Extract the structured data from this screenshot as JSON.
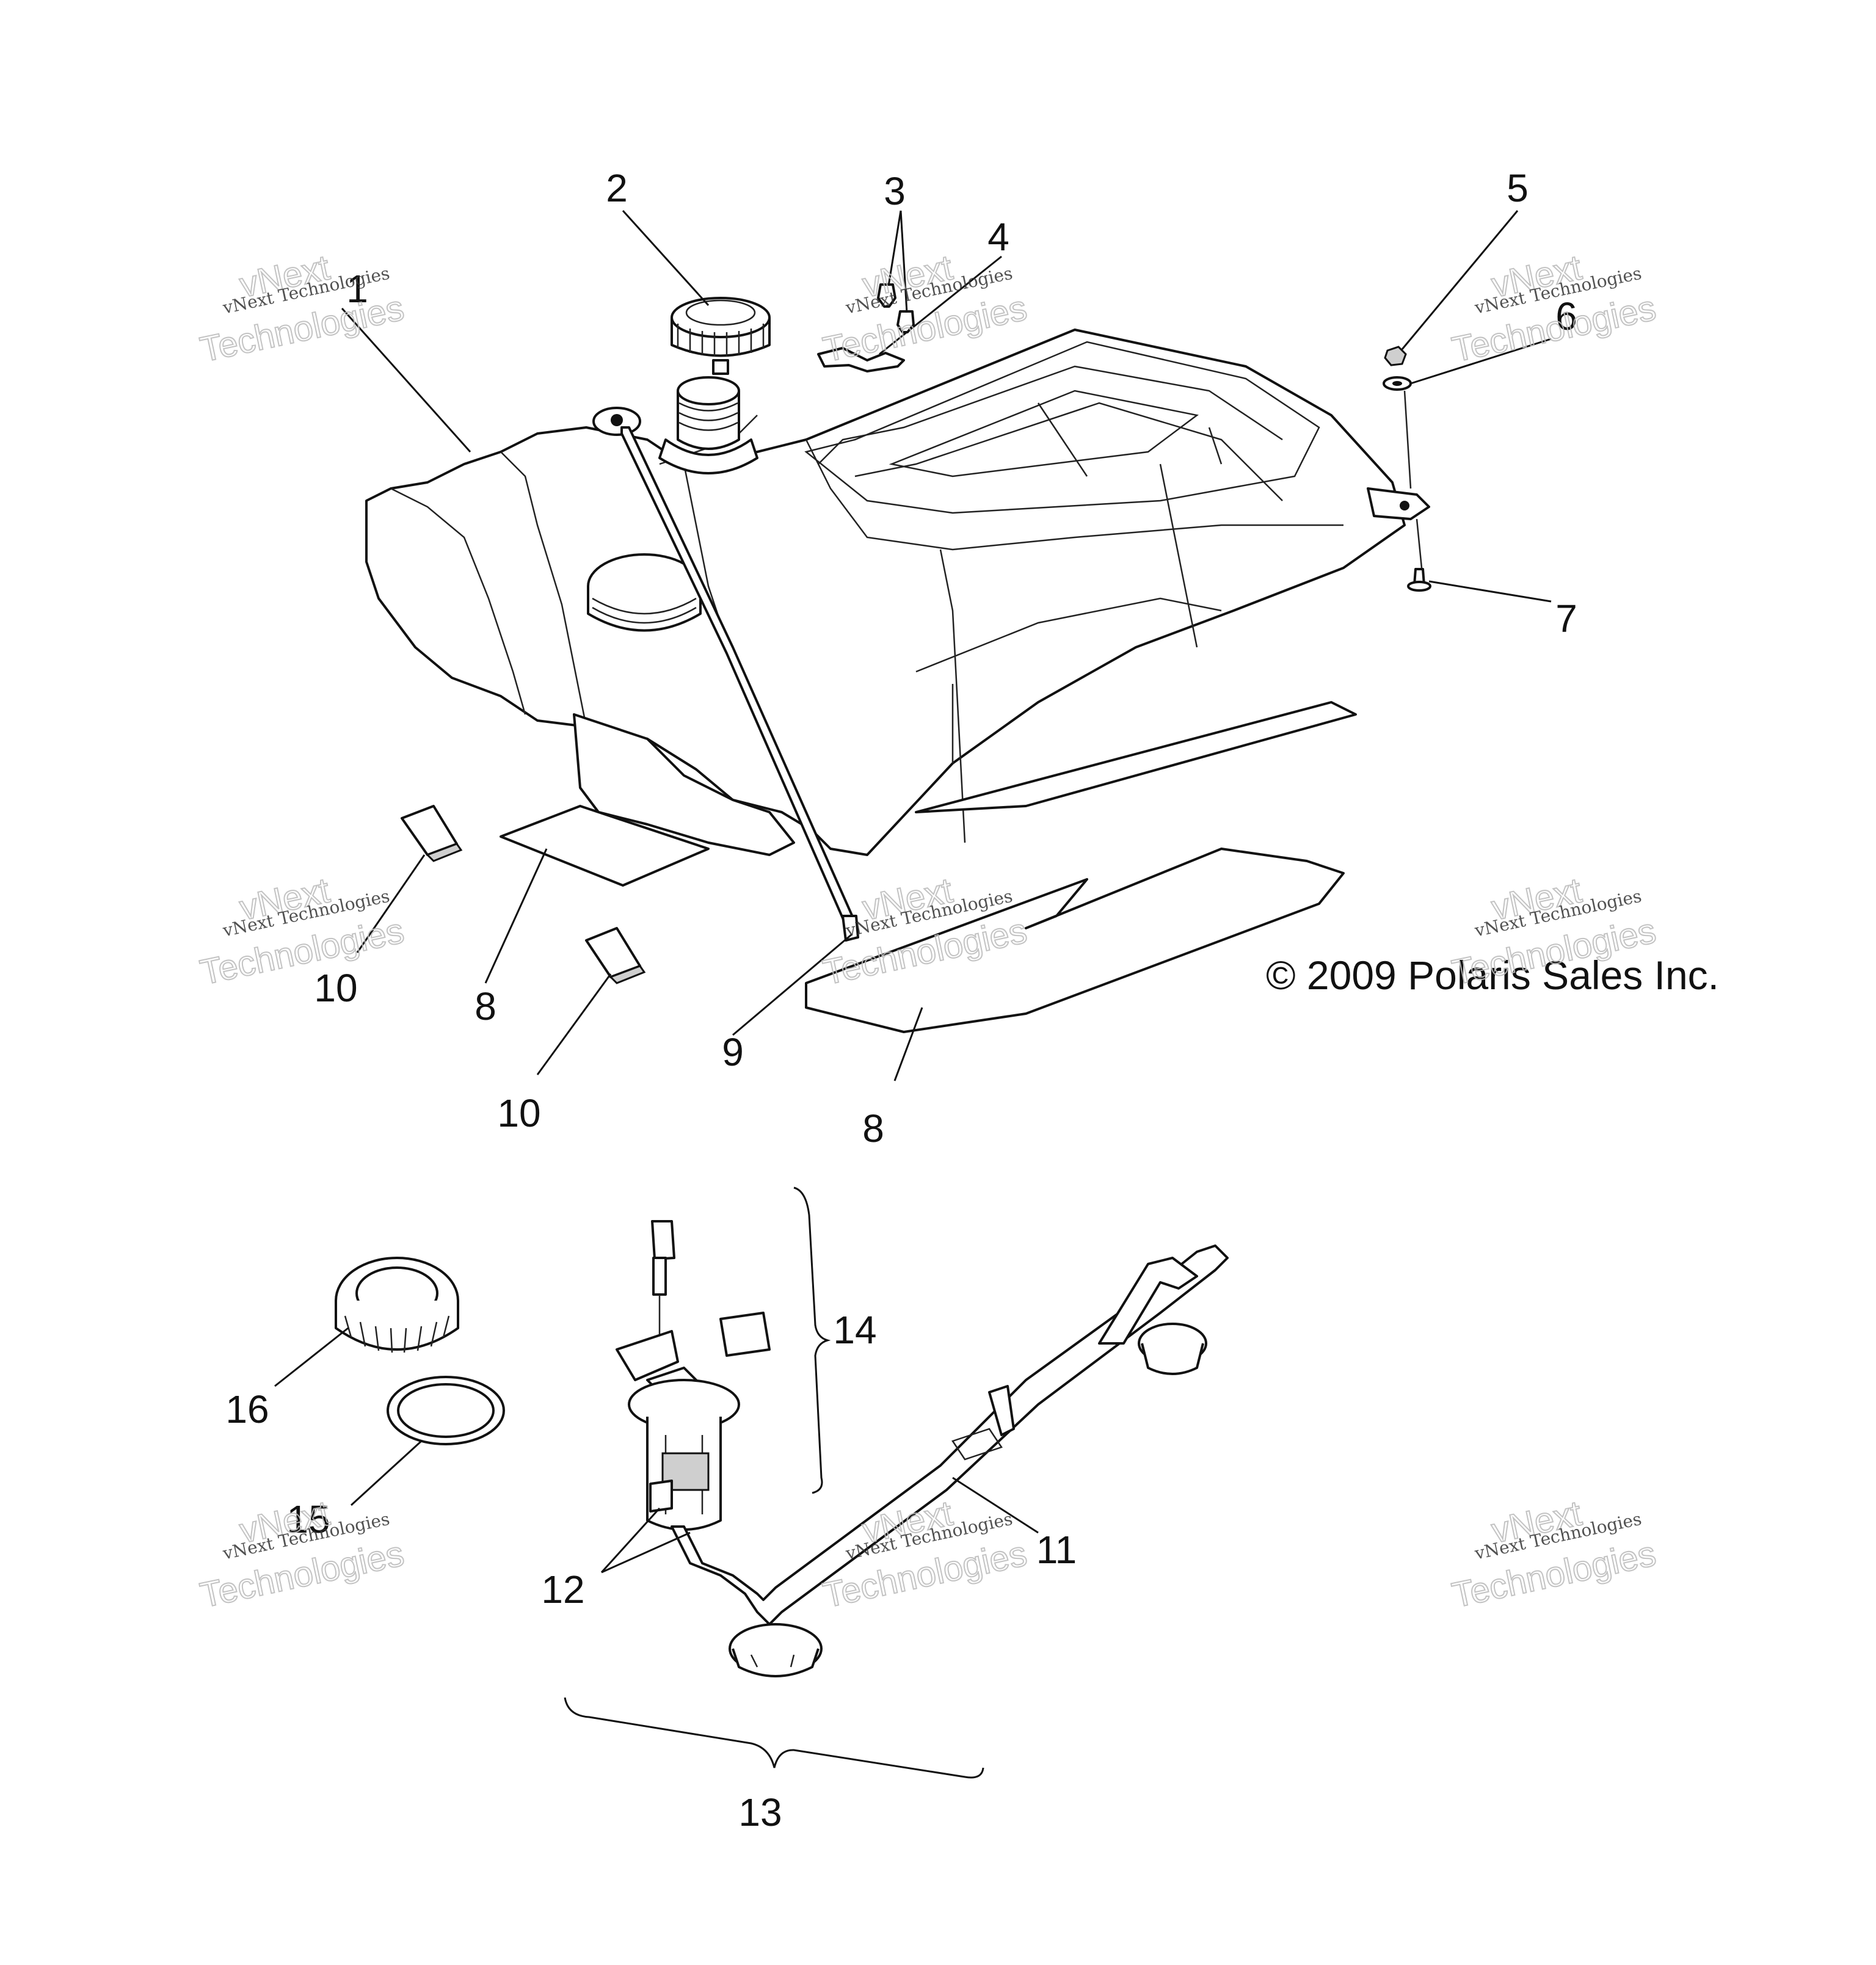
{
  "callouts": [
    "1",
    "2",
    "3",
    "4",
    "5",
    "6",
    "7",
    "8",
    "9",
    "10",
    "11",
    "12",
    "13",
    "14",
    "15",
    "16"
  ],
  "copyright": "© 2009 Polaris Sales Inc.",
  "watermark": {
    "line1": "vNext Technologies",
    "line2": "vNext",
    "line3": "Technologies"
  }
}
